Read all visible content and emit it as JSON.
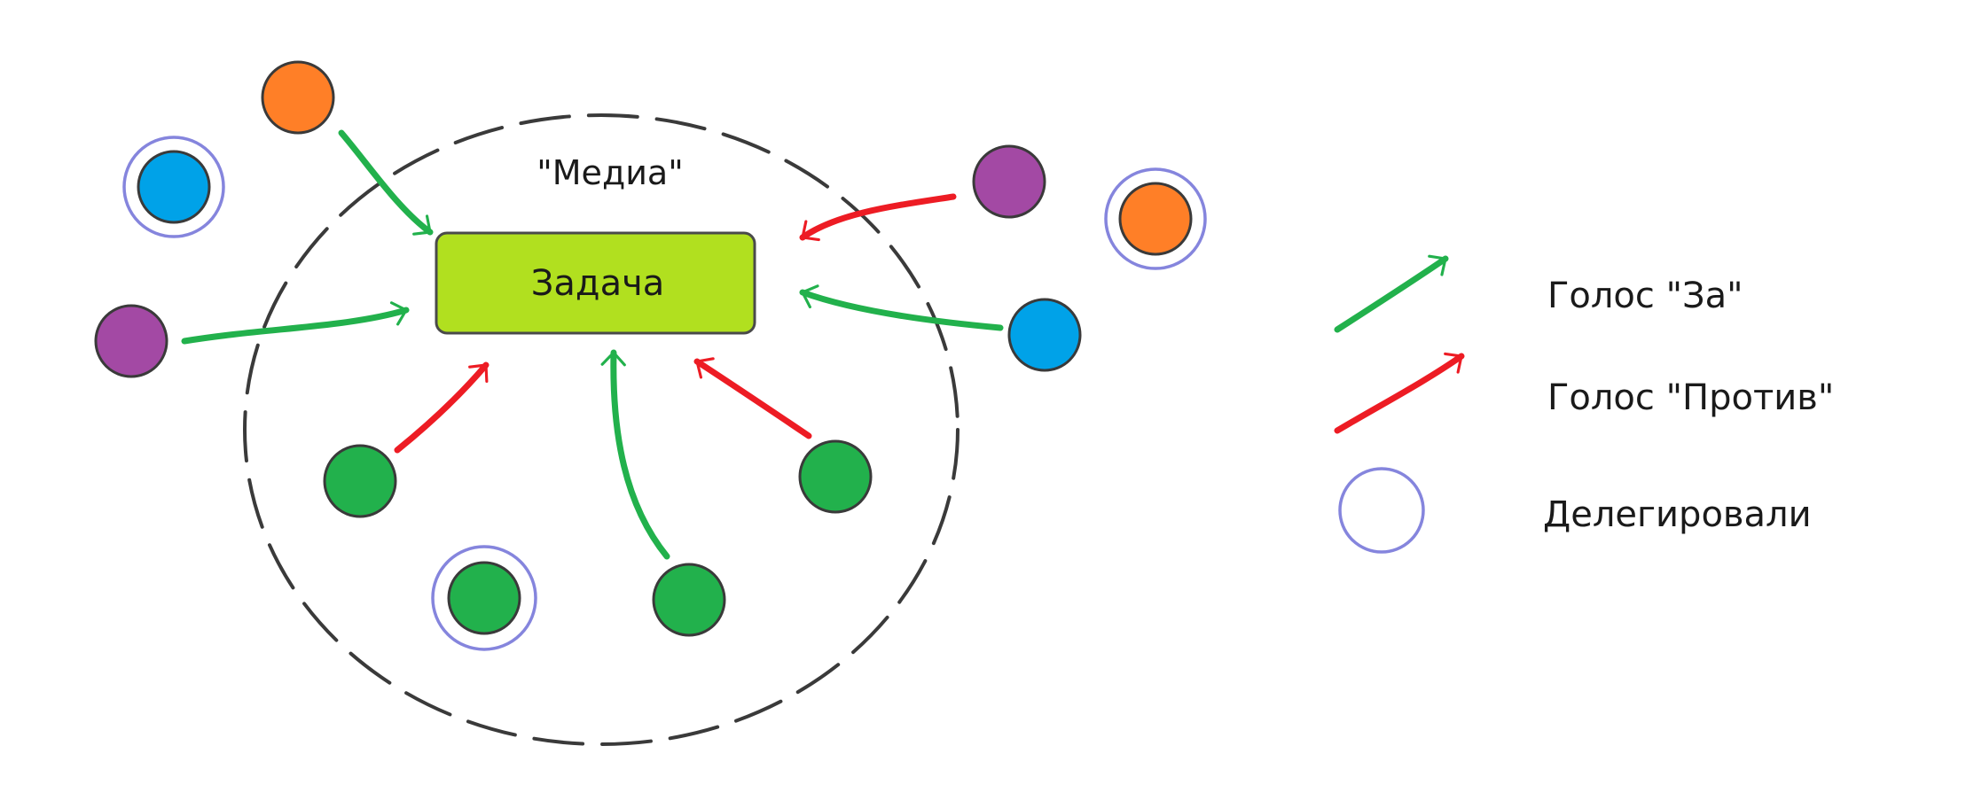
{
  "diagram": {
    "group_label": "\"Медиа\"",
    "task_label": "Задача",
    "colors": {
      "vote_for": "#22b14c",
      "vote_against": "#ed1c24",
      "delegate_ring": "#8585dd",
      "task_fill": "#b1e01f",
      "participant_orange": "#ff7f27",
      "participant_blue": "#00a2e8",
      "participant_purple": "#a349a4",
      "participant_green": "#22b14c"
    },
    "participants": [
      {
        "id": "orange-top",
        "color": "orange",
        "delegated": false,
        "vote": "for",
        "inside_group": false
      },
      {
        "id": "blue-left",
        "color": "blue",
        "delegated": true,
        "vote": "none",
        "inside_group": false
      },
      {
        "id": "purple-left",
        "color": "purple",
        "delegated": false,
        "vote": "for",
        "inside_group": false
      },
      {
        "id": "purple-right",
        "color": "purple",
        "delegated": false,
        "vote": "against",
        "inside_group": false
      },
      {
        "id": "orange-right",
        "color": "orange",
        "delegated": true,
        "vote": "none",
        "inside_group": false
      },
      {
        "id": "blue-right",
        "color": "blue",
        "delegated": false,
        "vote": "for",
        "inside_group": false
      },
      {
        "id": "green-1",
        "color": "green",
        "delegated": false,
        "vote": "against",
        "inside_group": true
      },
      {
        "id": "green-2",
        "color": "green",
        "delegated": true,
        "vote": "none",
        "inside_group": true
      },
      {
        "id": "green-3",
        "color": "green",
        "delegated": false,
        "vote": "for",
        "inside_group": true
      },
      {
        "id": "green-4",
        "color": "green",
        "delegated": false,
        "vote": "against",
        "inside_group": true
      }
    ]
  },
  "legend": {
    "vote_for_label": "Голос \"За\"",
    "vote_against_label": "Голос \"Против\"",
    "delegated_label": "Делегировали"
  }
}
